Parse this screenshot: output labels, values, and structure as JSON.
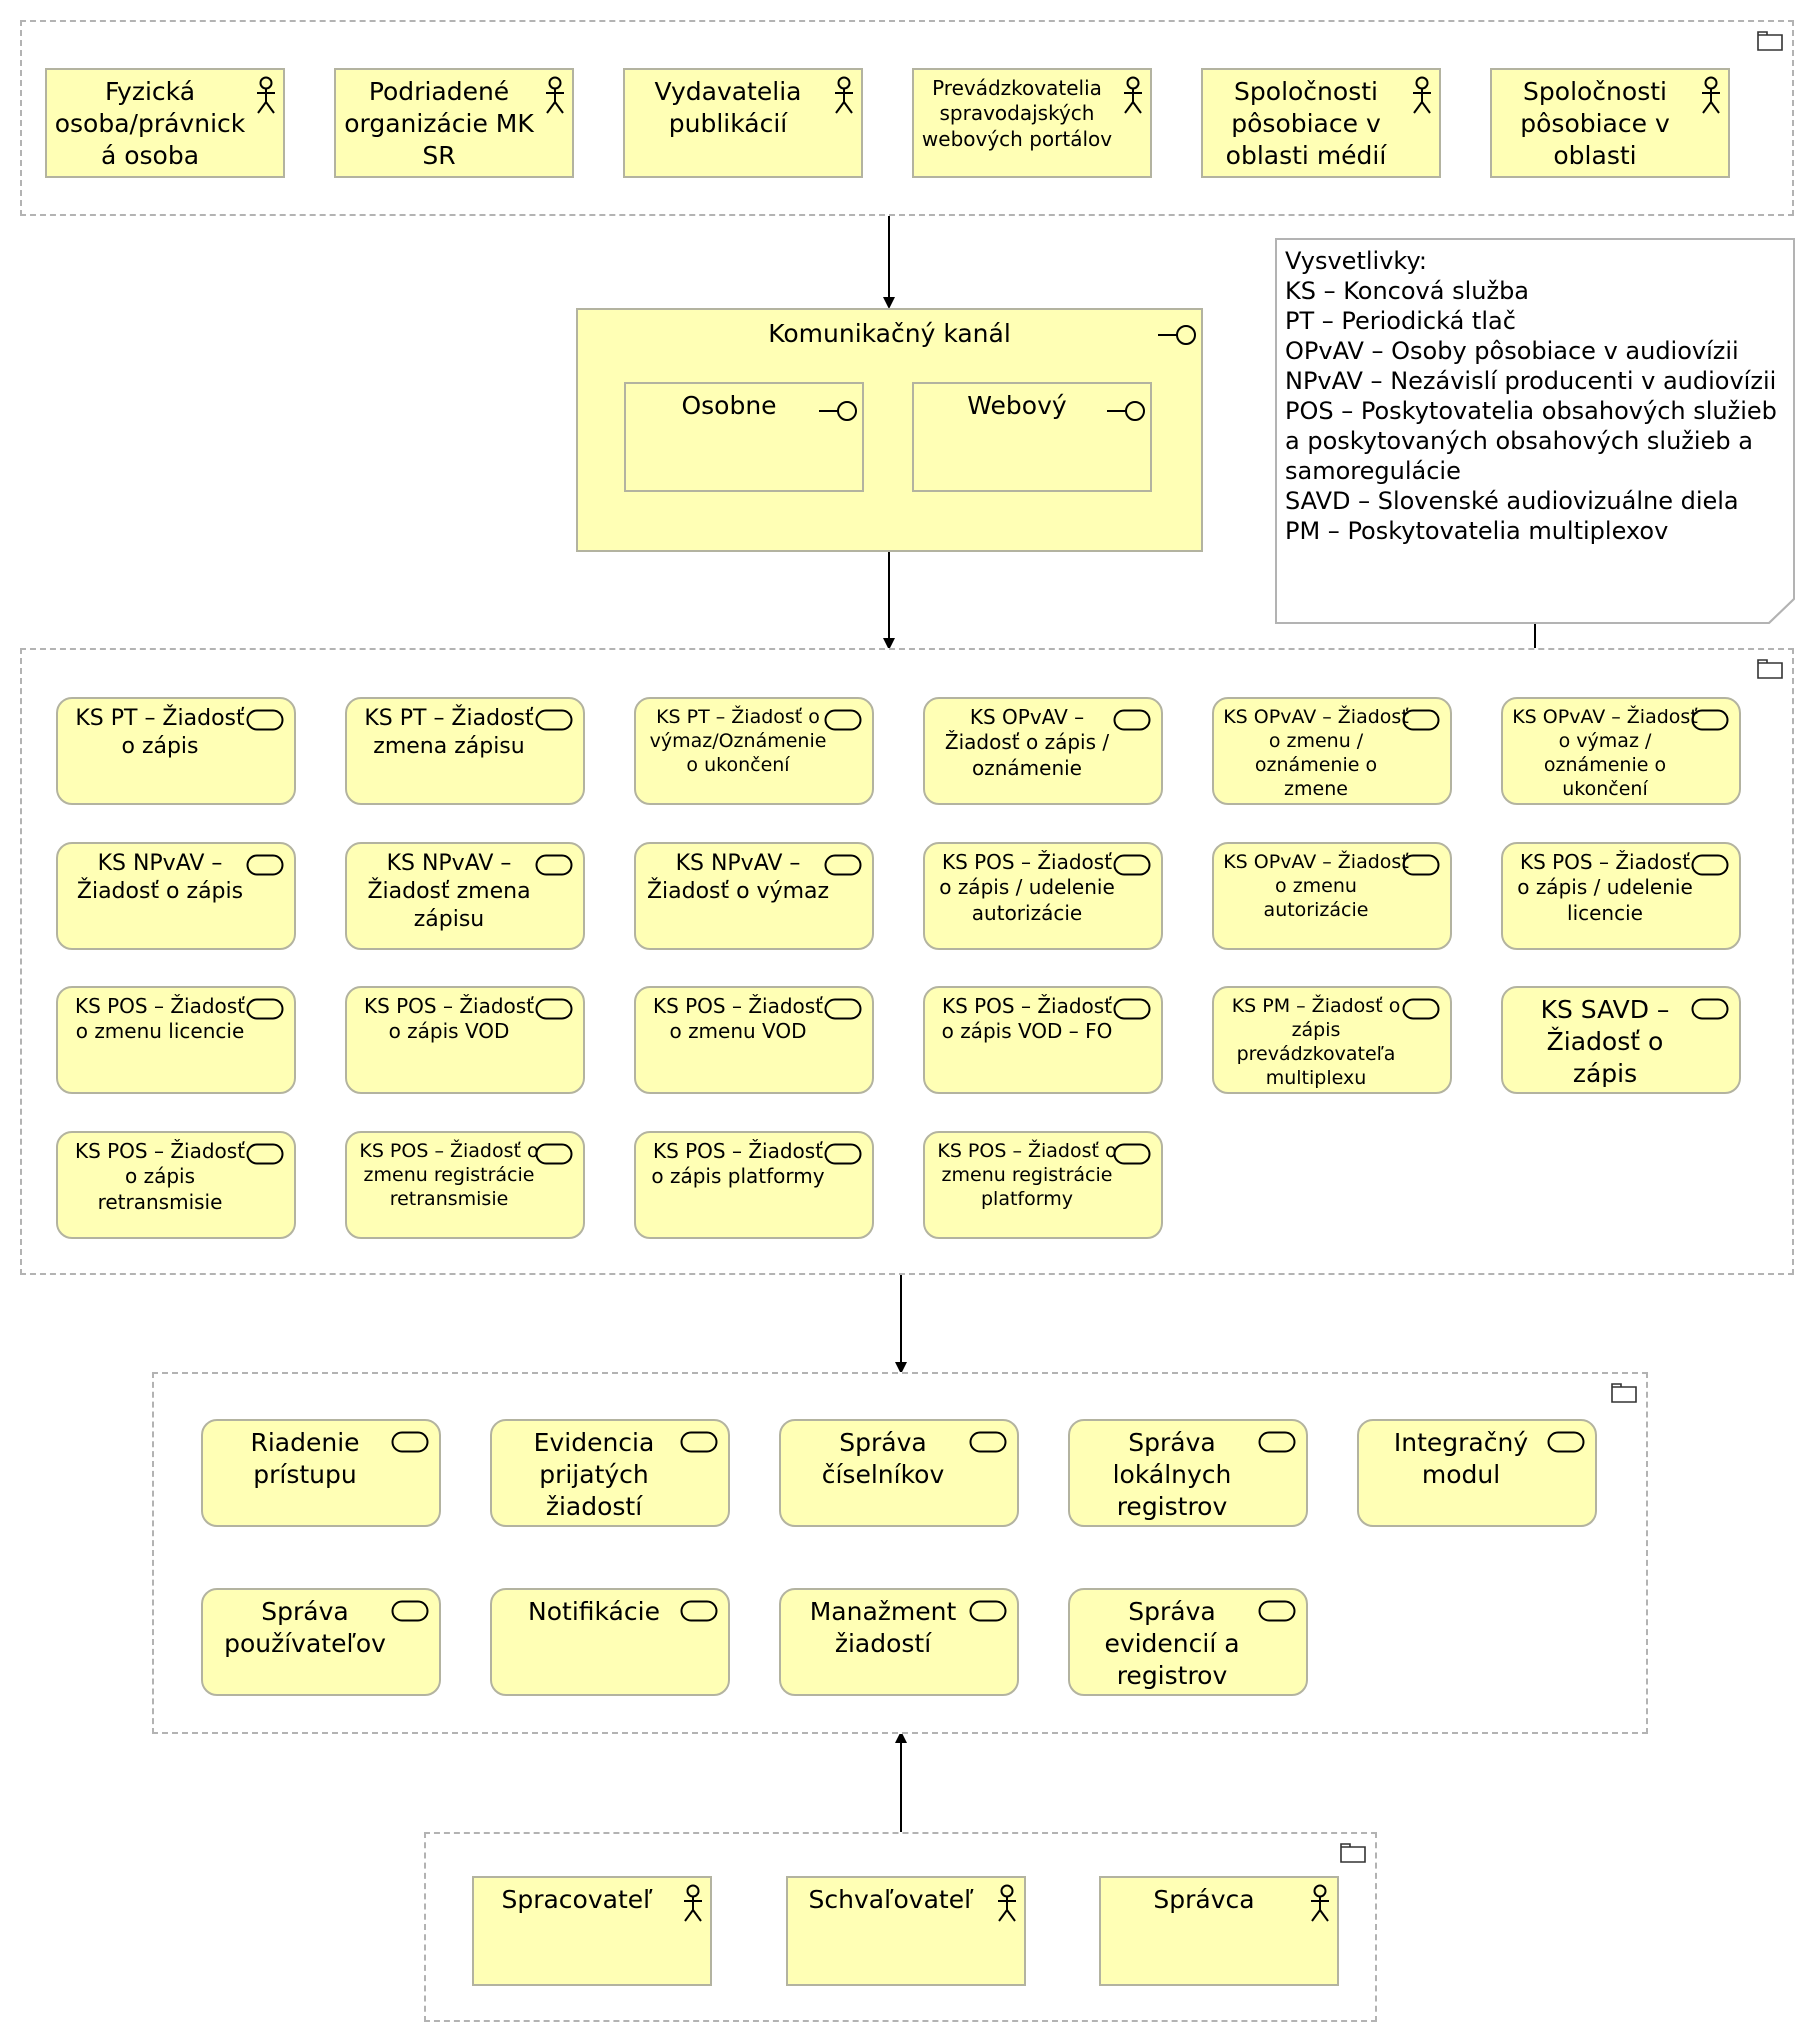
{
  "actors_top": [
    "Fyzická osoba/právnická osoba",
    "Podriadené organizácie MK SR",
    "Vydavatelia publikácií",
    "Prevádzkovatelia spravodajských webových portálov",
    "Spoločnosti pôsobiace v oblasti médií",
    "Spoločnosti pôsobiace v oblasti"
  ],
  "channel": {
    "title": "Komunikačný kanál",
    "items": [
      "Osobne",
      "Webový"
    ]
  },
  "legend": {
    "lines": [
      "Vysvetlivky:",
      "KS – Koncová služba",
      "PT – Periodická tlač",
      "OPvAV – Osoby pôsobiace v audiovízii",
      "NPvAV – Nezávislí producenti v audiovízii",
      "POS – Poskytovatelia obsahových služieb a poskytovaných obsahových služieb a samoregulácie",
      "SAVD – Slovenské audiovizuálne diela",
      "PM – Poskytovatelia multiplexov"
    ]
  },
  "end_services": [
    "KS PT – Žiadosť o zápis",
    "KS PT – Žiadosť zmena zápisu",
    "KS PT – Žiadosť o výmaz/Oznámenie o ukončení",
    "KS OPvAV – Žiadosť o zápis / oznámenie",
    "KS OPvAV – Žiadosť o zmenu / oznámenie o zmene",
    "KS OPvAV – Žiadosť o výmaz / oznámenie o ukončení",
    "KS NPvAV – Žiadosť o zápis",
    "KS NPvAV – Žiadosť zmena zápisu",
    "KS NPvAV – Žiadosť o výmaz",
    "KS POS – Žiadosť o zápis / udelenie autorizácie",
    "KS OPvAV – Žiadosť o zmenu autorizácie",
    "KS POS – Žiadosť o zápis / udelenie licencie",
    "KS POS – Žiadosť o zmenu licencie",
    "KS POS – Žiadosť o zápis VOD",
    "KS POS – Žiadosť o zmenu VOD",
    "KS POS – Žiadosť o zápis VOD – FO",
    "KS PM – Žiadosť o zápis prevádzkovateľa multiplexu",
    "KS SAVD – Žiadosť o zápis",
    "KS POS – Žiadosť o zápis retransmisie",
    "KS POS – Žiadosť o zmenu registrácie retransmisie",
    "KS POS – Žiadosť o zápis platformy",
    "KS POS – Žiadosť o zmenu registrácie platformy"
  ],
  "app_services": [
    "Riadenie prístupu",
    "Evidencia prijatých žiadostí",
    "Správa číselníkov",
    "Správa lokálnych registrov",
    "Integračný modul",
    "Správa používateľov",
    "Notifikácie",
    "Manažment žiadostí",
    "Správa evidencií a registrov"
  ],
  "roles": [
    "Spracovateľ",
    "Schvaľovateľ",
    "Správca"
  ]
}
